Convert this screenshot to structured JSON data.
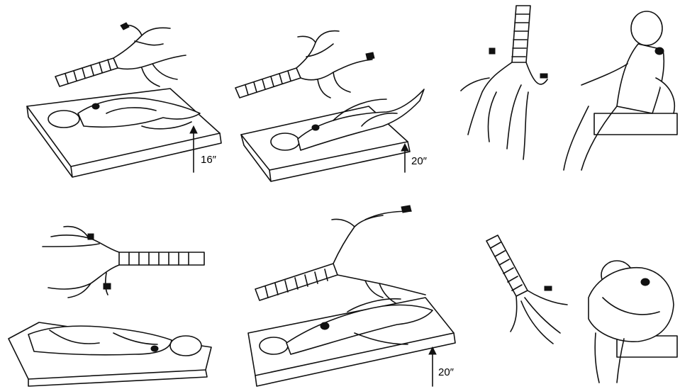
{
  "panels": [
    {
      "id": "p1",
      "height_label": "16″"
    },
    {
      "id": "p2",
      "height_label": "20″"
    },
    {
      "id": "p3"
    },
    {
      "id": "p4"
    },
    {
      "id": "p5",
      "height_label": "20″"
    },
    {
      "id": "p6"
    }
  ],
  "colors": {
    "ink": "#111111",
    "paper": "#ffffff"
  }
}
